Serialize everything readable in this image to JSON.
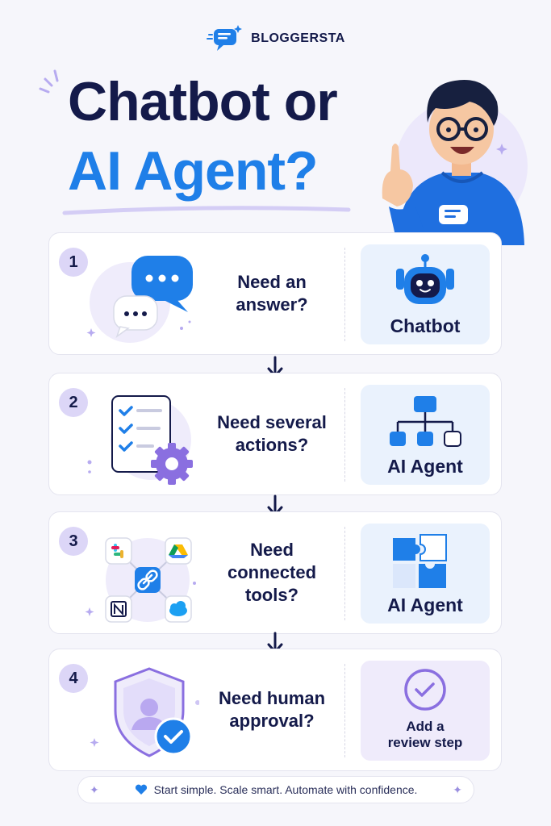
{
  "brand": {
    "name": "BLOGGERSTA",
    "icon": "chat-bubble-logo-icon"
  },
  "title": {
    "line1": "Chatbot or",
    "line2": "AI Agent?"
  },
  "colors": {
    "navy": "#141a4a",
    "blue": "#1f7fe8",
    "lavender": "#dcd6f7",
    "lightblue": "#eaf2fd",
    "lightpurple": "#efebfb"
  },
  "steps": [
    {
      "number": "1",
      "question": "Need an\nanswer?",
      "result": "Chatbot",
      "icon": "robot-icon"
    },
    {
      "number": "2",
      "question": "Need several\nactions?",
      "result": "AI Agent",
      "icon": "org-chart-icon"
    },
    {
      "number": "3",
      "question": "Need\nconnected\ntools?",
      "result": "AI Agent",
      "icon": "puzzle-icon"
    },
    {
      "number": "4",
      "question": "Need human\napproval?",
      "result": "Add a\nreview step",
      "icon": "check-circle-icon"
    }
  ],
  "footer": {
    "text": "Start simple. Scale smart. Automate with confidence.",
    "icon": "heart-icon"
  }
}
